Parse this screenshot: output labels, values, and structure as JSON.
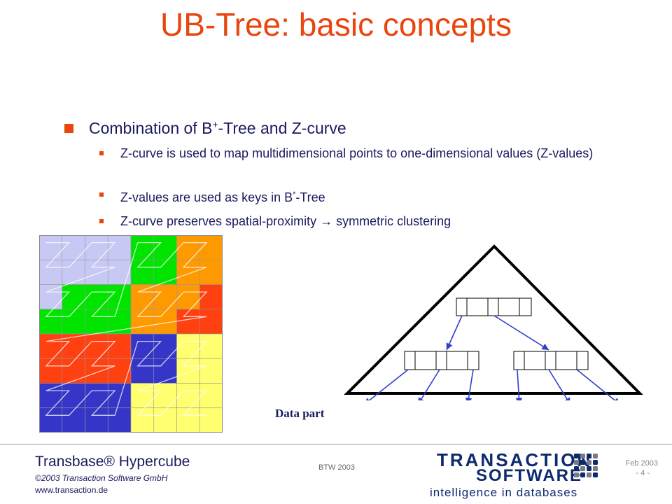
{
  "slide": {
    "title": "UB-Tree: basic concepts",
    "bullet": {
      "pre": "Combination of B",
      "sup": "+",
      "post": "-Tree and Z-curve"
    },
    "subbullets": [
      {
        "pre": "Z-curve is used to map multidimensional points to one-dimensional values (Z-values)",
        "sup": "",
        "post": ""
      },
      {
        "pre": "Z-values are used as keys in B",
        "sup": "*",
        "post": "-Tree"
      },
      {
        "pre": "Z-curve preserves spatial-proximity ",
        "sup": "",
        "post": "→ symmetric clustering"
      }
    ],
    "data_part_label": "Data part"
  },
  "diagram": {
    "palette": {
      "lavender": "#c8c8f5",
      "green": "#00e400",
      "orange": "#ff9900",
      "red": "#ff4010",
      "blue": "#3535c8",
      "yellow": "#ffff70",
      "tree_arrow": "#2e3fc8"
    },
    "grid_region_colors": [
      [
        "lavender",
        "lavender",
        "lavender",
        "lavender",
        "green",
        "green",
        "orange",
        "orange"
      ],
      [
        "lavender",
        "lavender",
        "lavender",
        "lavender",
        "green",
        "green",
        "orange",
        "orange"
      ],
      [
        "lavender",
        "green",
        "green",
        "green",
        "orange",
        "orange",
        "orange",
        "red"
      ],
      [
        "green",
        "green",
        "green",
        "green",
        "orange",
        "orange",
        "red",
        "red"
      ],
      [
        "red",
        "red",
        "red",
        "red",
        "blue",
        "blue",
        "yellow",
        "yellow"
      ],
      [
        "red",
        "red",
        "red",
        "red",
        "blue",
        "blue",
        "yellow",
        "yellow"
      ],
      [
        "blue",
        "blue",
        "blue",
        "blue",
        "yellow",
        "yellow",
        "yellow",
        "yellow"
      ],
      [
        "blue",
        "blue",
        "blue",
        "blue",
        "yellow",
        "yellow",
        "yellow",
        "yellow"
      ]
    ],
    "data_pages": [
      "lavender",
      "green",
      "orange",
      "red",
      "blue",
      "yellow"
    ]
  },
  "footer": {
    "product": "Transbase® Hypercube",
    "copyright": "©2003 Transaction Software GmbH",
    "url": "www.transaction.de",
    "conference": "BTW 2003",
    "date": "Feb 2003",
    "page": "- 4 -",
    "logo_line1": "TRANSACTION",
    "logo_line2": "SOFTWARE",
    "logo_tagline": "intelligence in databases"
  }
}
